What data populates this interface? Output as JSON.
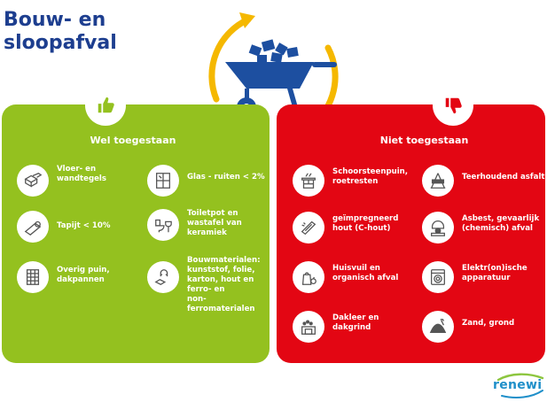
{
  "title": {
    "line1": "Bouw- en",
    "line2": "sloopafval"
  },
  "colors": {
    "title": "#1d3e8f",
    "allowed": "#94c11f",
    "not_allowed": "#e30613",
    "wheelbarrow": "#1d4fa0",
    "arrows": "#f5b800",
    "logo": "#1f8fc9"
  },
  "hero": {
    "icon": "wheelbarrow-icon",
    "arrows": "circular-arrows-icon"
  },
  "allowed": {
    "badge_icon": "thumbs-up-icon",
    "heading": "Wel toegestaan",
    "items": [
      {
        "icon": "tiles-icon",
        "lines": [
          "Vloer- en",
          "wandtegels"
        ]
      },
      {
        "icon": "glass-window-icon",
        "lines": [
          "Glas - ruiten < 2%"
        ]
      },
      {
        "icon": "carpet-roll-icon",
        "lines": [
          "Tapijt < 10%"
        ]
      },
      {
        "icon": "toilet-sink-icon",
        "lines": [
          "Toiletpot en",
          "wastafel van",
          "keramiek"
        ]
      },
      {
        "icon": "roof-tiles-icon",
        "lines": [
          "Overig puin,",
          "dakpannen"
        ]
      },
      {
        "icon": "magnet-materials-icon",
        "lines": [
          "Bouwmaterialen:",
          "kunststof, folie,",
          "karton, hout en",
          "ferro- en",
          "non-ferromaterialen"
        ]
      }
    ]
  },
  "not_allowed": {
    "badge_icon": "thumbs-down-icon",
    "heading": "Niet toegestaan",
    "items": [
      {
        "icon": "chimney-icon",
        "lines": [
          "Schoorsteenpuin,",
          "roetresten"
        ]
      },
      {
        "icon": "tar-barrier-icon",
        "lines": [
          "Teerhoudend asfalt"
        ]
      },
      {
        "icon": "impregnated-wood-icon",
        "lines": [
          "geïmpregneerd",
          "hout (C-hout)"
        ]
      },
      {
        "icon": "asbestos-icon",
        "lines": [
          "Asbest, gevaarlijk",
          "(chemisch) afval"
        ]
      },
      {
        "icon": "household-waste-icon",
        "lines": [
          "Huisvuil en",
          "organisch afval"
        ]
      },
      {
        "icon": "washing-machine-icon",
        "lines": [
          "Elektr(on)ische",
          "apparatuur"
        ]
      },
      {
        "icon": "roof-gravel-icon",
        "lines": [
          "Dakleer en",
          "dakgrind"
        ]
      },
      {
        "icon": "sand-pile-icon",
        "lines": [
          "Zand, grond"
        ]
      }
    ]
  },
  "logo": {
    "text": "renewi"
  }
}
